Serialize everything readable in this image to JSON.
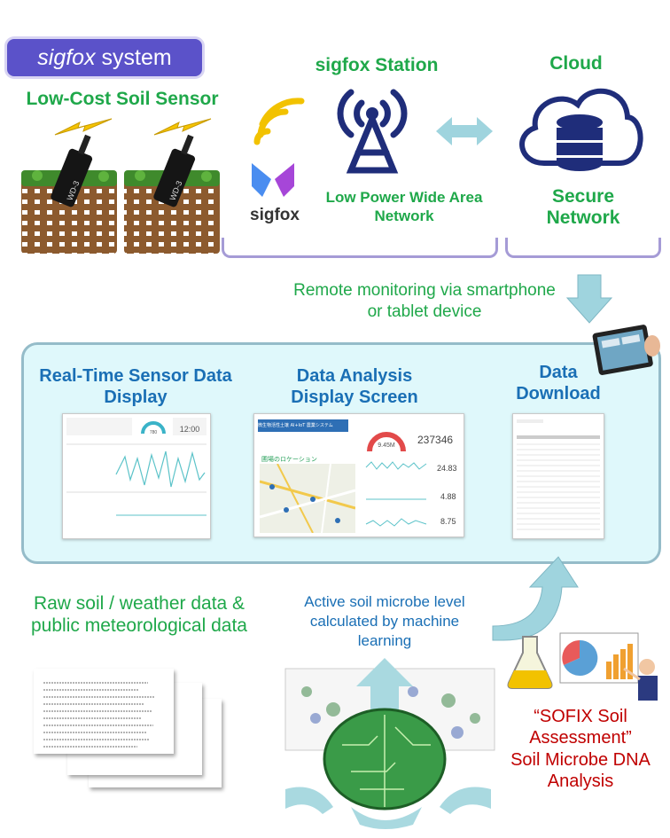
{
  "system_badge": {
    "brand": "sigfox",
    "suffix": "system"
  },
  "sensor": {
    "title": "Low-Cost Soil Sensor",
    "probe_label": "WD-3"
  },
  "station": {
    "title": "sigfox Station",
    "subtitle": "Low Power Wide Area Network",
    "logo_text": "sigfox"
  },
  "cloud": {
    "title": "Cloud",
    "subtitle": "Secure Network"
  },
  "remote": {
    "text": "Remote monitoring via smartphone or tablet device"
  },
  "panel": {
    "realtime": {
      "title": "Real-Time Sensor Data Display",
      "gauge_value": "780",
      "clock": "12:00"
    },
    "analysis": {
      "title": "Data Analysis Display Screen",
      "header": "微生物活性土壌 AI+IoT 農業システム",
      "map_label": "圃場のロケーション",
      "gauge_value": "9.45M",
      "big_number": "237346",
      "stat1": "24.83",
      "stat2": "4.88",
      "stat3": "8.75"
    },
    "download": {
      "title": "Data Download"
    }
  },
  "raw": {
    "text": "Raw soil / weather data & public meteorological data"
  },
  "ml": {
    "text": "Active soil microbe level calculated by machine learning"
  },
  "sofix": {
    "line1": "“SOFIX Soil Assessment”",
    "line2": "Soil Microbe DNA Analysis"
  },
  "colors": {
    "green": "#1fa84a",
    "blue": "#1a6fb5",
    "red": "#c00000",
    "purple": "#5b52c9",
    "navy": "#1f2d7a",
    "panel": "#dff8fb"
  }
}
